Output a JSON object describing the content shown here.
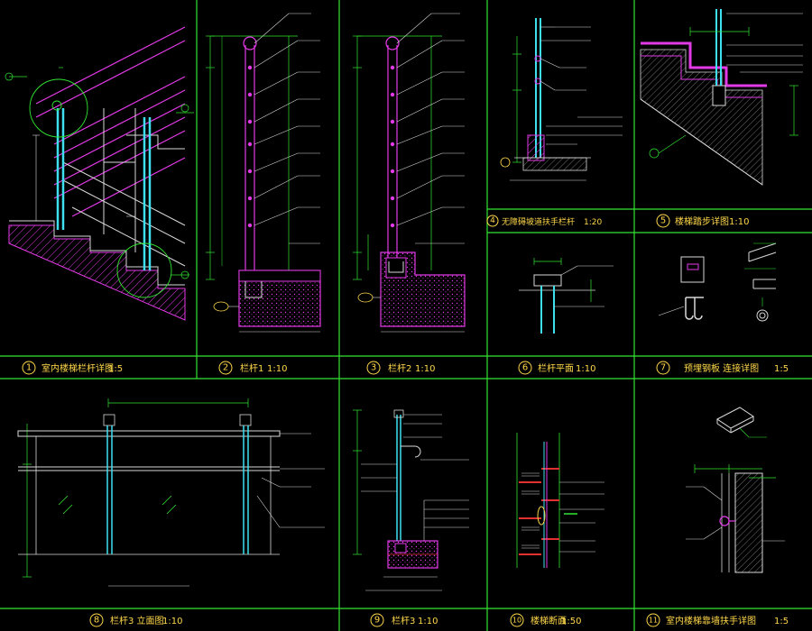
{
  "sheet": {
    "colors": {
      "frame": "#32e632",
      "caption": "#ffd84a",
      "cyan": "#3ee0ef",
      "magenta": "#e23ae6",
      "white": "#d8d8d8",
      "background": "#000000"
    },
    "details": [
      {
        "num": "1",
        "title": "室内楼梯栏杆详图",
        "scale": "1:5"
      },
      {
        "num": "2",
        "title": "栏杆1",
        "scale": "1:10"
      },
      {
        "num": "3",
        "title": "栏杆2",
        "scale": "1:10"
      },
      {
        "num": "4",
        "title": "无障碍坡道扶手栏杆",
        "scale": "1:20"
      },
      {
        "num": "5",
        "title": "楼梯踏步详图",
        "scale": "1:10"
      },
      {
        "num": "6",
        "title": "栏杆平面",
        "scale": "1:10"
      },
      {
        "num": "7",
        "title": "预埋钢板 连接详图",
        "scale": "1:5"
      },
      {
        "num": "8",
        "title": "栏杆3 立面图",
        "scale": "1:10"
      },
      {
        "num": "9",
        "title": "栏杆3",
        "scale": "1:10"
      },
      {
        "num": "10",
        "title": "楼梯断面",
        "scale": "1:50"
      },
      {
        "num": "11",
        "title": "室内楼梯靠墙扶手详图",
        "scale": "1:5"
      }
    ]
  }
}
